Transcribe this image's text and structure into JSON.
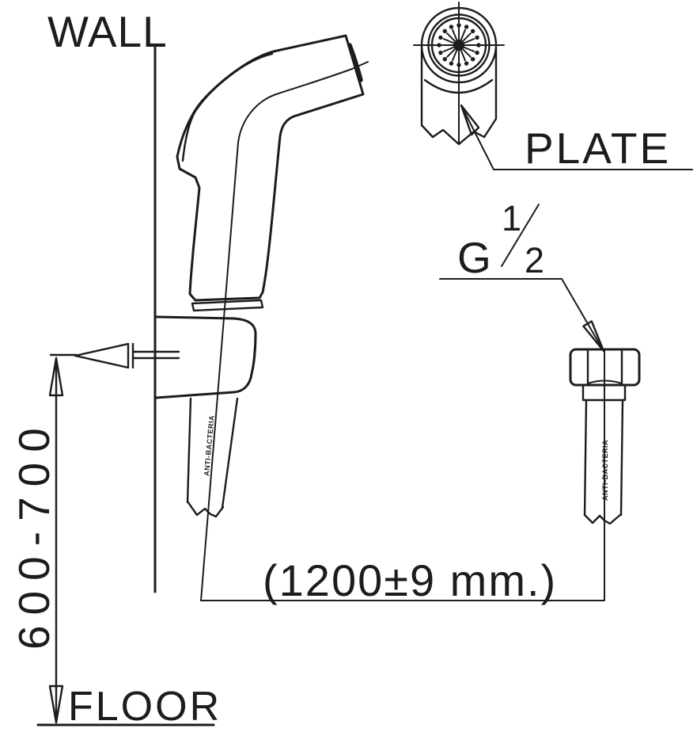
{
  "style": {
    "background": "#ffffff",
    "line_color": "#1c1c1c"
  },
  "labels": {
    "wall": "WALL",
    "floor": "FLOOR",
    "plate": "PLATE"
  },
  "thread": {
    "prefix": "G",
    "numerator": "1",
    "denominator": "2"
  },
  "dimensions": {
    "mounting_height": "600-700",
    "hose_length": "(1200±9  mm.)"
  },
  "markings": {
    "hose_text": "ANTI-BACTERIA"
  }
}
